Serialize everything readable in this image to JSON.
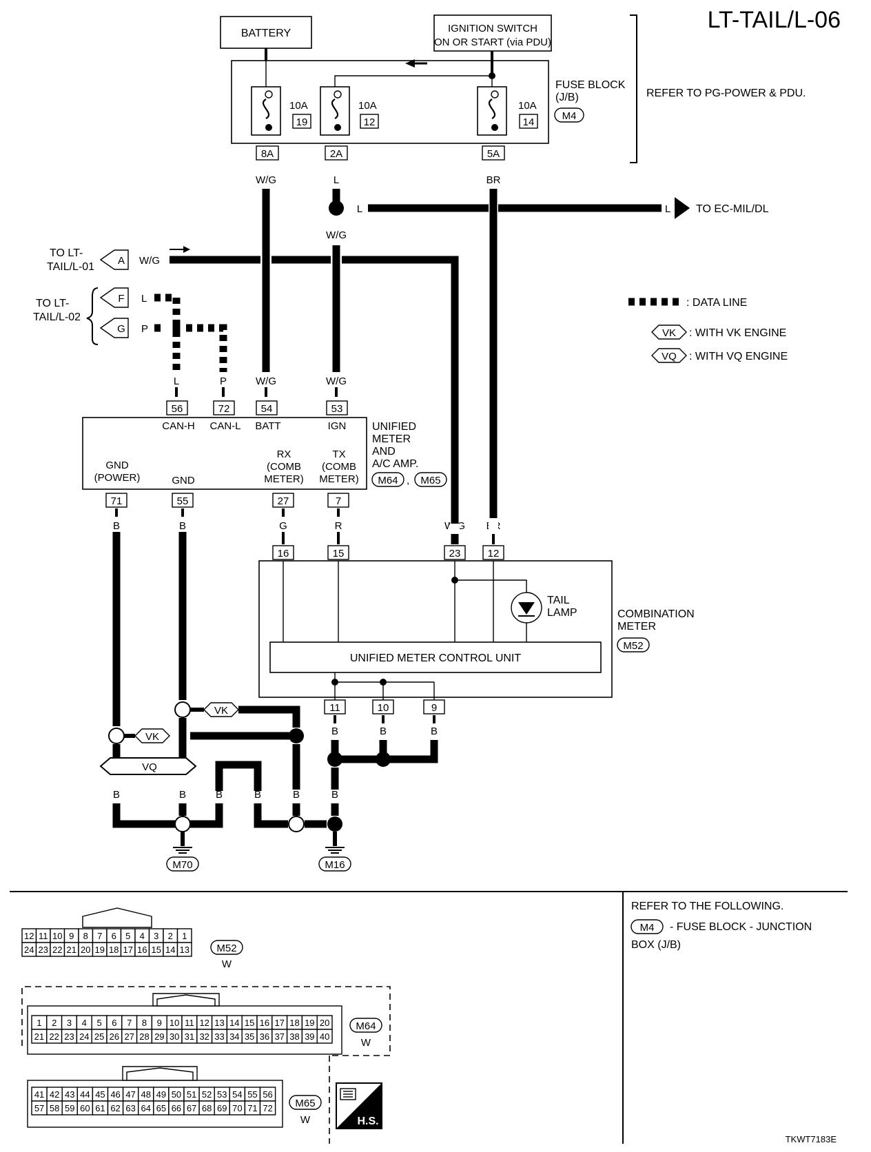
{
  "diagram_title": "LT-TAIL/L-06",
  "figure_code": "TKWT7183E",
  "battery_label": "BATTERY",
  "ignition": {
    "line1": "IGNITION SWITCH",
    "line2": "ON OR START (via PDU)"
  },
  "fuse_block": {
    "line1": "FUSE BLOCK",
    "line2": "(J/B)",
    "connector": "M4"
  },
  "refer_pg": "REFER TO PG-POWER & PDU.",
  "fuses": [
    {
      "amp": "10A",
      "number": "19",
      "terminal": "8A",
      "wire": "W/G"
    },
    {
      "amp": "10A",
      "number": "12",
      "terminal": "2A",
      "wire": "L"
    },
    {
      "amp": "10A",
      "number": "14",
      "terminal": "5A",
      "wire": "BR"
    }
  ],
  "to_ec": {
    "wire": "L",
    "wire2": "L",
    "text": "TO EC-MIL/DL",
    "splice_wire": "W/G"
  },
  "to_lt01": {
    "line1": "TO LT-",
    "line2": "TAIL/L-01",
    "connector": "A",
    "wire": "W/G"
  },
  "to_lt02": {
    "line1": "TO LT-",
    "line2": "TAIL/L-02",
    "c1": "F",
    "w1": "L",
    "c2": "G",
    "w2": "P"
  },
  "legend": {
    "data_line": ": DATA LINE",
    "vk_tag": "VK",
    "vk_text": ": WITH VK ENGINE",
    "vq_tag": "VQ",
    "vq_text": ": WITH VQ ENGINE"
  },
  "unified_meter": {
    "name_lines": [
      "UNIFIED",
      "METER",
      "AND",
      "A/C AMP."
    ],
    "conn1": "M64",
    "sep": ",",
    "conn2": "M65",
    "top_pins": [
      {
        "pin": "56",
        "label": "CAN-H",
        "wire": "L"
      },
      {
        "pin": "72",
        "label": "CAN-L",
        "wire": "P"
      },
      {
        "pin": "54",
        "label": "BATT",
        "wire": "W/G"
      },
      {
        "pin": "53",
        "label": "IGN",
        "wire": "W/G"
      }
    ],
    "bottom_pins": [
      {
        "pin": "71",
        "label1": "GND",
        "label2": "(POWER)",
        "wire": "B"
      },
      {
        "pin": "55",
        "label1": "",
        "label2": "GND",
        "wire": "B"
      },
      {
        "pin": "27",
        "label0": "RX",
        "label1": "(COMB",
        "label2": "METER)",
        "wire": "G"
      },
      {
        "pin": "7",
        "label0": "TX",
        "label1": "(COMB",
        "label2": "METER)",
        "wire": "R"
      }
    ]
  },
  "combination_meter": {
    "name_lines": [
      "COMBINATION",
      "METER"
    ],
    "connector": "M52",
    "control_unit": "UNIFIED METER CONTROL UNIT",
    "tail_lamp": [
      "TAIL",
      "LAMP"
    ],
    "top_pins": [
      {
        "pin": "16"
      },
      {
        "pin": "15"
      },
      {
        "pin": "23",
        "wire": "W/G"
      },
      {
        "pin": "12",
        "wire": "BR"
      }
    ],
    "bottom_pins": [
      {
        "pin": "11",
        "wire": "B"
      },
      {
        "pin": "10",
        "wire": "B"
      },
      {
        "pin": "9",
        "wire": "B"
      }
    ]
  },
  "ground": {
    "vk": "VK",
    "vq": "VQ",
    "wire": "B",
    "g1": "M70",
    "g2": "M16"
  },
  "refer_following": {
    "title": "REFER TO THE FOLLOWING.",
    "connector": "M4",
    "text1": "- FUSE BLOCK - JUNCTION",
    "text2": "BOX (J/B)"
  },
  "connectors": {
    "m52": {
      "name": "M52",
      "color": "W",
      "row1": [
        "12",
        "11",
        "10",
        "9",
        "8",
        "7",
        "6",
        "5",
        "4",
        "3",
        "2",
        "1"
      ],
      "row2": [
        "24",
        "23",
        "22",
        "21",
        "20",
        "19",
        "18",
        "17",
        "16",
        "15",
        "14",
        "13"
      ]
    },
    "m64": {
      "name": "M64",
      "color": "W",
      "row1": [
        "1",
        "2",
        "3",
        "4",
        "5",
        "6",
        "7",
        "8",
        "9",
        "10",
        "11",
        "12",
        "13",
        "14",
        "15",
        "16",
        "17",
        "18",
        "19",
        "20"
      ],
      "row2": [
        "21",
        "22",
        "23",
        "24",
        "25",
        "26",
        "27",
        "28",
        "29",
        "30",
        "31",
        "32",
        "33",
        "34",
        "35",
        "36",
        "37",
        "38",
        "39",
        "40"
      ]
    },
    "m65": {
      "name": "M65",
      "color": "W",
      "row1": [
        "41",
        "42",
        "43",
        "44",
        "45",
        "46",
        "47",
        "48",
        "49",
        "50",
        "51",
        "52",
        "53",
        "54",
        "55",
        "56"
      ],
      "row2": [
        "57",
        "58",
        "59",
        "60",
        "61",
        "62",
        "63",
        "64",
        "65",
        "66",
        "67",
        "68",
        "69",
        "70",
        "71",
        "72"
      ]
    },
    "hs_label": "H.S."
  }
}
